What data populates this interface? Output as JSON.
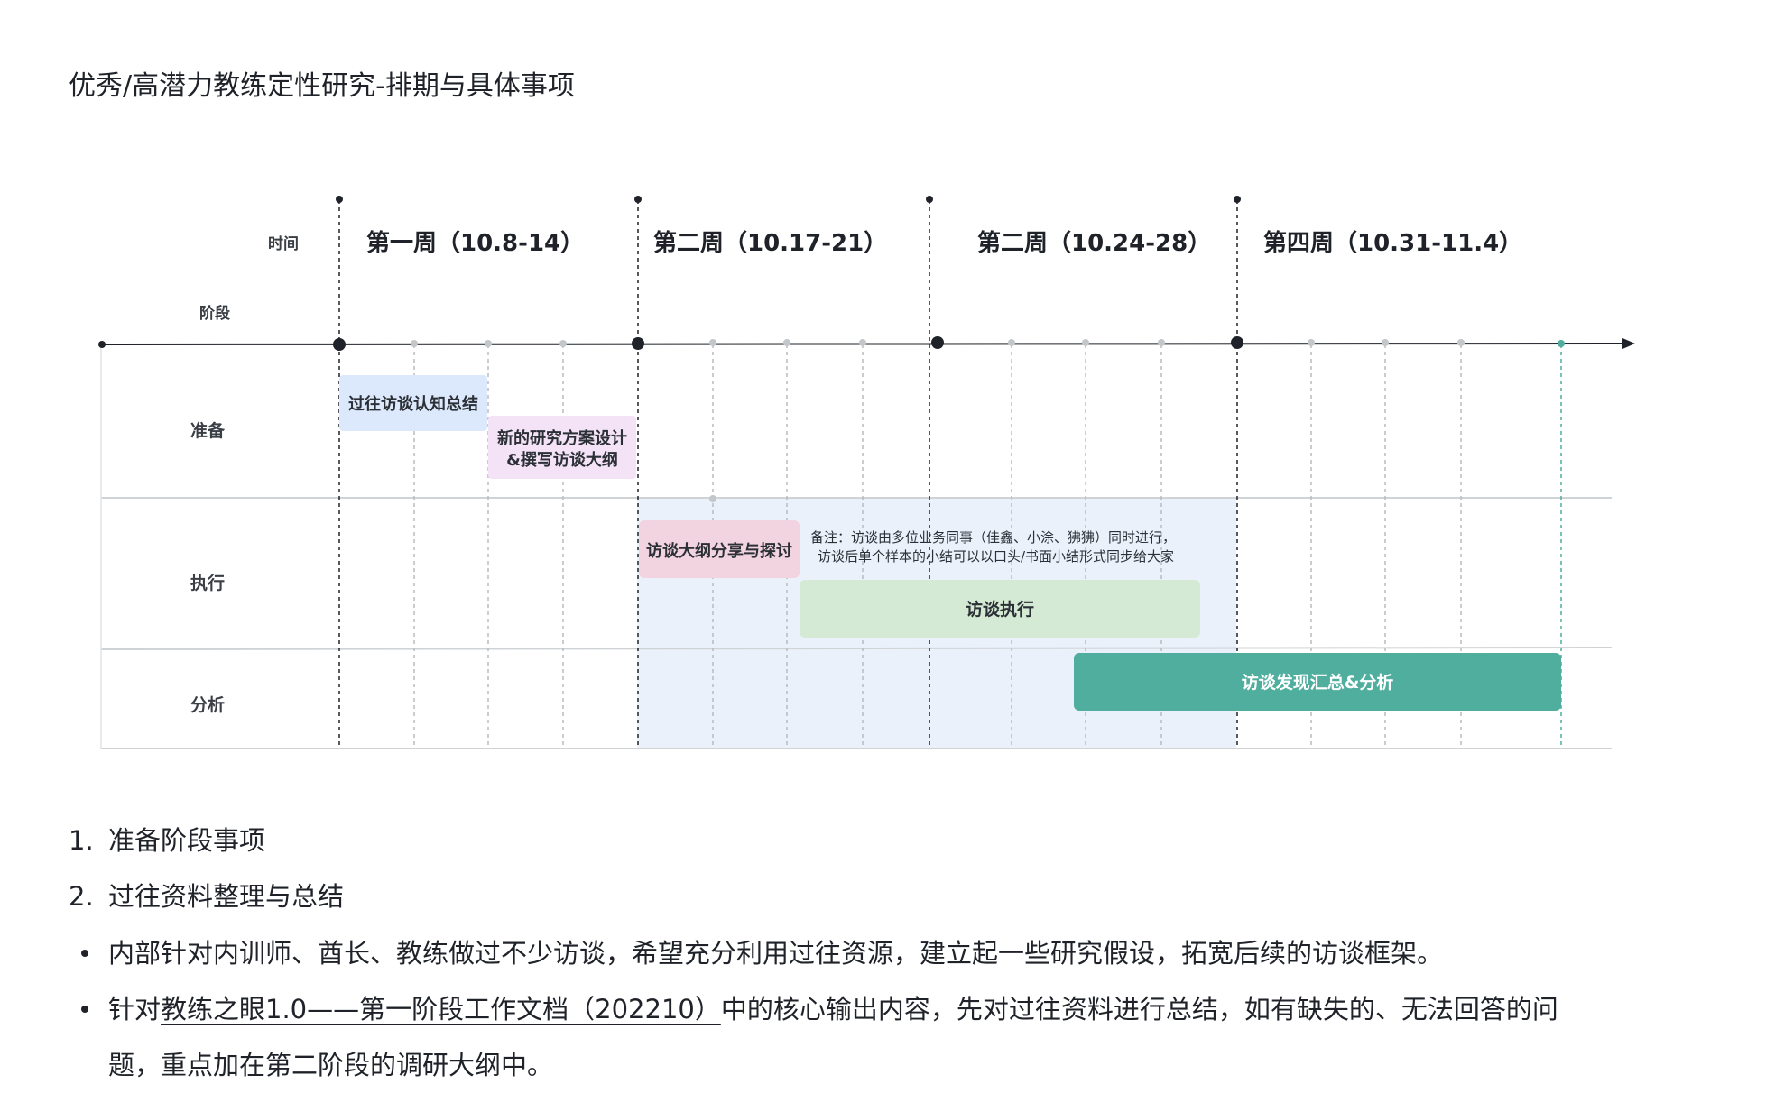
{
  "document": {
    "title": "优秀/高潜力教练定性研究-排期与具体事项"
  },
  "timeline": {
    "row_header_time": "时间",
    "row_header_stage": "阶段",
    "weeks": [
      "第一周（10.8-14）",
      "第二周（10.17-21）",
      "第二周（10.24-28）",
      "第四周（10.31-11.4）"
    ],
    "stages": [
      "准备",
      "执行",
      "分析"
    ],
    "tasks": {
      "review_summary": "过往访谈认知总结",
      "new_plan_line1": "新的研究方案设计",
      "new_plan_line2": "&撰写访谈大纲",
      "outline_share": "访谈大纲分享与探讨",
      "interview_exec": "访谈执行",
      "analysis": "访谈发现汇总&分析"
    },
    "note_line1": "备注：访谈由多位业务同事（佳鑫、小涂、狒狒）同时进行，",
    "note_line2": "访谈后单个样本的小结可以以口头/书面小结形式同步给大家",
    "colors": {
      "review_summary": "#dce8fb",
      "new_plan": "#f4e3f7",
      "outline_share": "#f2d3e0",
      "interview_exec": "#d5ead4",
      "analysis": "#4fae9e",
      "highlight": "#eaf1fb"
    }
  },
  "list": {
    "item1_num": "1.",
    "item1": "准备阶段事项",
    "item2_num": "2.",
    "item2": "过往资料整理与总结",
    "bullet1": "内部针对内训师、酋长、教练做过不少访谈，希望充分利用过往资源，建立起一些研究假设，拓宽后续的访谈框架。",
    "bullet2_pre": "针对",
    "bullet2_link": "教练之眼1.0——第一阶段工作文档（202210）",
    "bullet2_post": "中的核心输出内容，先对过往资料进行总结，如有缺失的、无法回答的问",
    "bullet2_cont": "题，重点加在第二阶段的调研大纲中。"
  }
}
